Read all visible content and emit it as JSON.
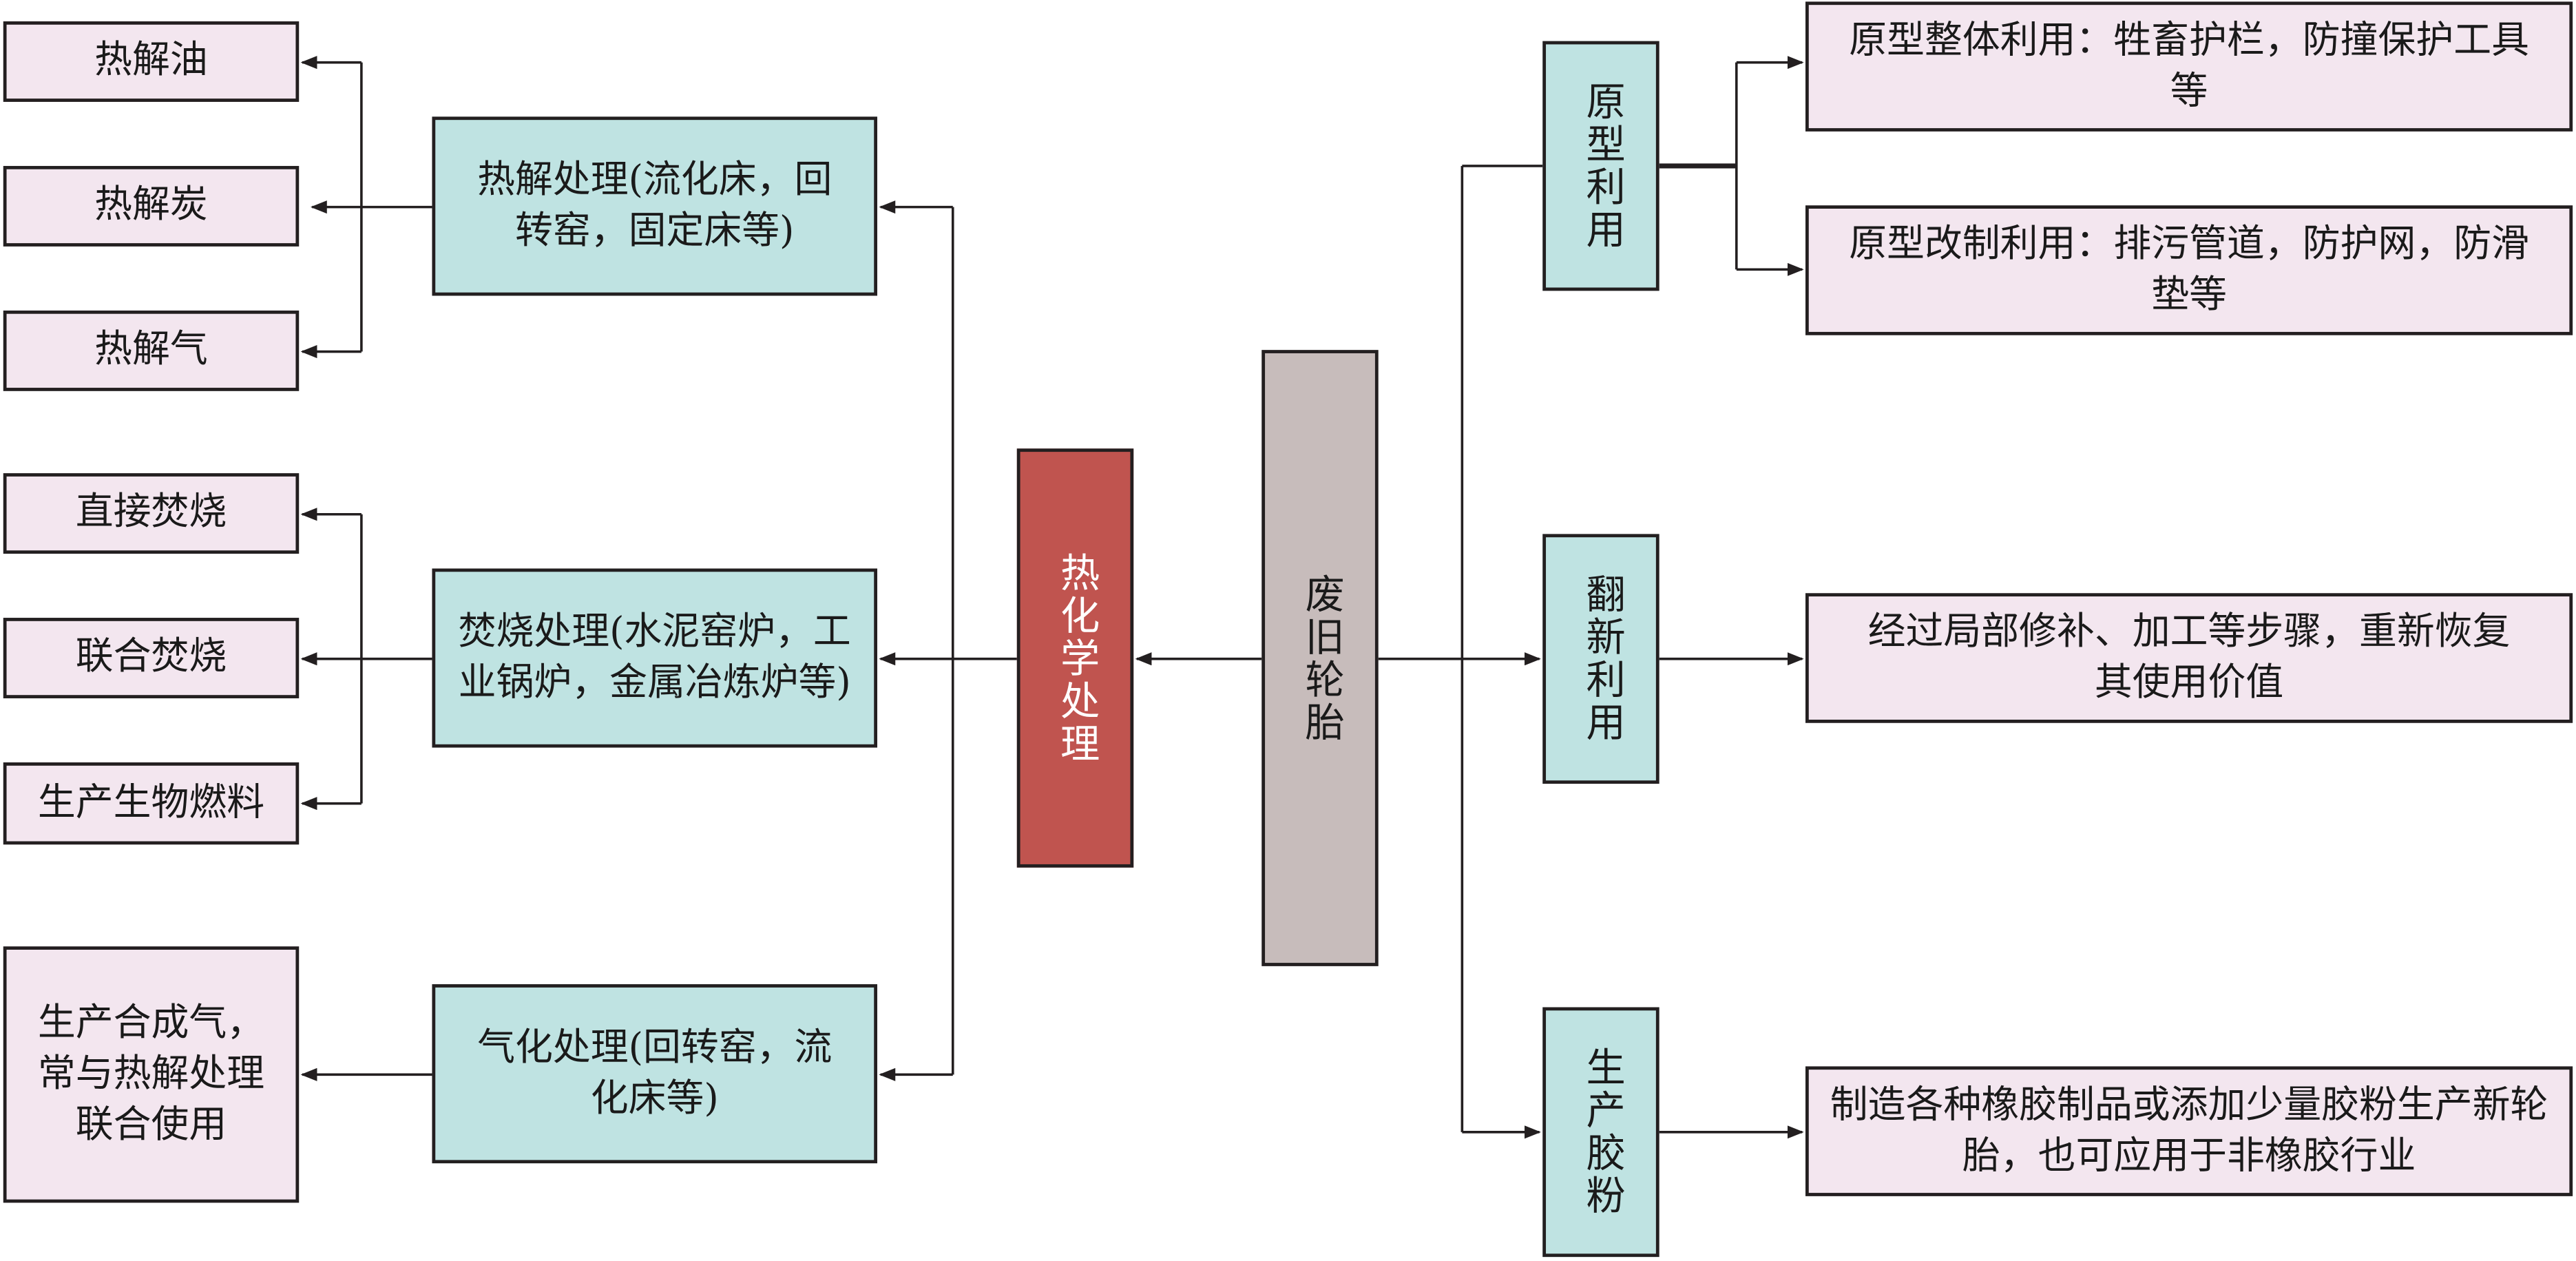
{
  "center": {
    "label": "废旧轮胎"
  },
  "thermo": {
    "label": "热化学处理"
  },
  "left_processes": [
    {
      "label": "热解处理(流化床，回转窑，固定床等)"
    },
    {
      "label": "焚烧处理(水泥窑炉，工业锅炉，金属冶炼炉等)"
    },
    {
      "label": "气化处理(回转窑，流化床等)"
    }
  ],
  "left_outputs": [
    {
      "label": "热解油"
    },
    {
      "label": "热解炭"
    },
    {
      "label": "热解气"
    },
    {
      "label": "直接焚烧"
    },
    {
      "label": "联合焚烧"
    },
    {
      "label": "生产生物燃料"
    },
    {
      "label": "生产合成气，常与热解处理联合使用"
    }
  ],
  "right_methods": [
    {
      "label": "原型利用"
    },
    {
      "label": "翻新利用"
    },
    {
      "label": "生产胶粉"
    }
  ],
  "right_outputs": [
    {
      "label": "原型整体利用：牲畜护栏，防撞保护工具等"
    },
    {
      "label": "原型改制利用：排污管道，防护网，防滑垫等"
    },
    {
      "label": "经过局部修补、加工等步骤，重新恢复其使用价值"
    },
    {
      "label": "制造各种橡胶制品或添加少量胶粉生产新轮胎，也可应用于非橡胶行业"
    }
  ],
  "colors": {
    "pink": "#f3e6ef",
    "teal": "#bfe3e2",
    "red": "#c0544f",
    "gray": "#c7bcbb"
  }
}
